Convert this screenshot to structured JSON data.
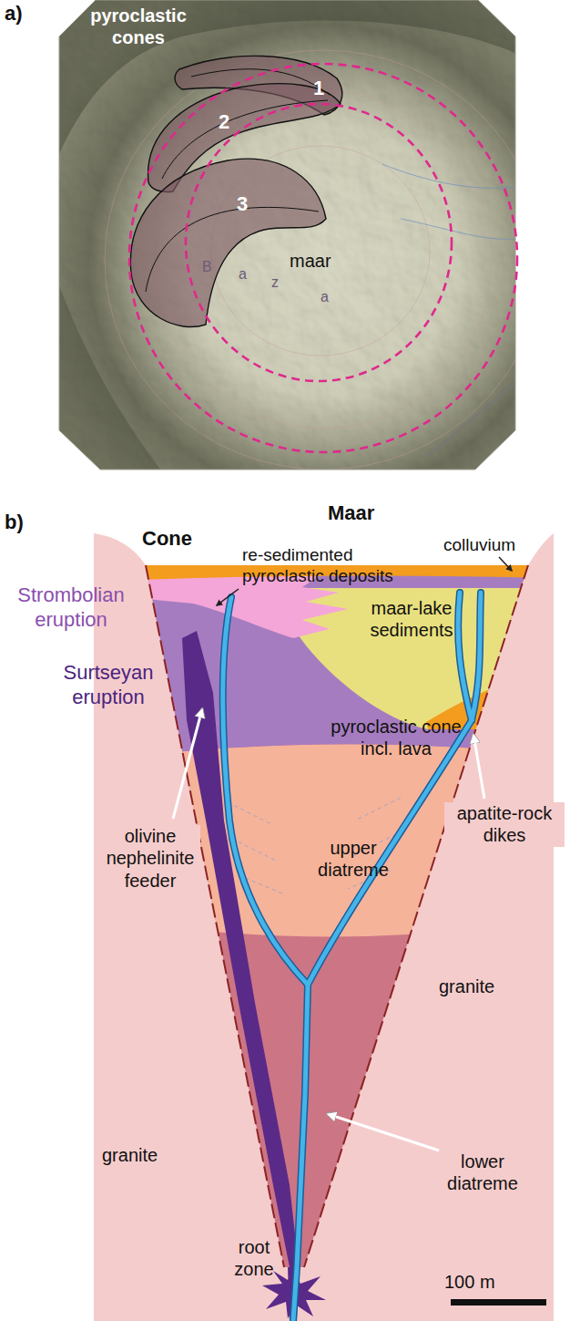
{
  "diagram": {
    "labels": [
      "a)",
      "pyroclastic cones",
      "1",
      "2",
      "3",
      "B",
      "a",
      "z",
      "a",
      "maar",
      "b)",
      "Cone",
      "Maar",
      "colluvium",
      "re-sedimented pyroclastic deposits",
      "maar-lake sediments",
      "Strombolian eruption",
      "Surtseyan eruption",
      "pyroclastic cone incl. lava",
      "olivine nephelinite feeder",
      "apatite-rock dikes",
      "upper diatreme",
      "granite",
      "lower diatreme",
      "granite",
      "root zone",
      "100 m"
    ]
  }
}
